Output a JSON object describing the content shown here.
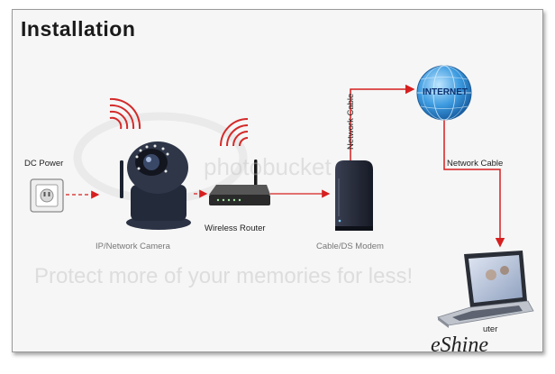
{
  "title": "Installation",
  "labels": {
    "dc_power": "DC Power",
    "camera": "IP/Network Camera",
    "router": "Wireless Router",
    "modem": "Cable/DS Modem",
    "cable_vertical": "Network Cable",
    "cable_right": "Network Cable",
    "internet": "INTERNET",
    "computer": "uter"
  },
  "watermark": {
    "text": "Protect more of your memories for less!",
    "logo": "photobucket"
  },
  "brand": "eShine",
  "colors": {
    "arrow": "#d61f1f",
    "wave": "#d42a2a",
    "globe": "#2a8bd8",
    "device_dark": "#1f2533"
  }
}
